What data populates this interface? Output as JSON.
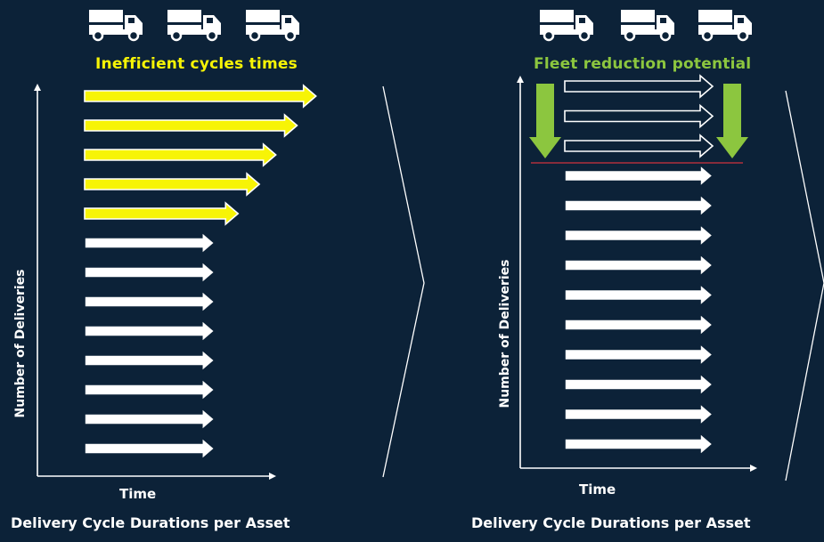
{
  "left_panel": {
    "headline": "Inefficient cycles times",
    "headline_color": "#f7f406",
    "y_axis_label": "Number of Deliveries",
    "x_axis_label": "Time",
    "caption": "Delivery Cycle Durations per Asset",
    "truck_icons": [
      "truck-icon",
      "truck-icon",
      "truck-icon"
    ],
    "arrows": [
      {
        "kind": "inefficient",
        "length": 0.98
      },
      {
        "kind": "inefficient",
        "length": 0.9
      },
      {
        "kind": "inefficient",
        "length": 0.81
      },
      {
        "kind": "inefficient",
        "length": 0.74
      },
      {
        "kind": "inefficient",
        "length": 0.65
      },
      {
        "kind": "normal",
        "length": 0.55
      },
      {
        "kind": "normal",
        "length": 0.55
      },
      {
        "kind": "normal",
        "length": 0.55
      },
      {
        "kind": "normal",
        "length": 0.55
      },
      {
        "kind": "normal",
        "length": 0.55
      },
      {
        "kind": "normal",
        "length": 0.55
      },
      {
        "kind": "normal",
        "length": 0.55
      },
      {
        "kind": "normal",
        "length": 0.55
      }
    ]
  },
  "right_panel": {
    "headline": "Fleet reduction potential",
    "headline_color": "#8cc63f",
    "y_axis_label": "Number of Deliveries",
    "x_axis_label": "Time",
    "caption": "Delivery Cycle Durations per Asset",
    "truck_icons": [
      "truck-icon",
      "truck-icon",
      "truck-icon"
    ],
    "reduction_arrows": [
      "down-arrow-icon",
      "down-arrow-icon"
    ],
    "arrows": [
      {
        "kind": "removed"
      },
      {
        "kind": "removed"
      },
      {
        "kind": "removed"
      },
      {
        "kind": "normal"
      },
      {
        "kind": "normal"
      },
      {
        "kind": "normal"
      },
      {
        "kind": "normal"
      },
      {
        "kind": "normal"
      },
      {
        "kind": "normal"
      },
      {
        "kind": "normal"
      },
      {
        "kind": "normal"
      },
      {
        "kind": "normal"
      },
      {
        "kind": "normal"
      }
    ]
  },
  "colors": {
    "background": "#0c2238",
    "inefficient": "#f7f406",
    "reduction": "#8cc63f",
    "divider": "#b0303c"
  }
}
